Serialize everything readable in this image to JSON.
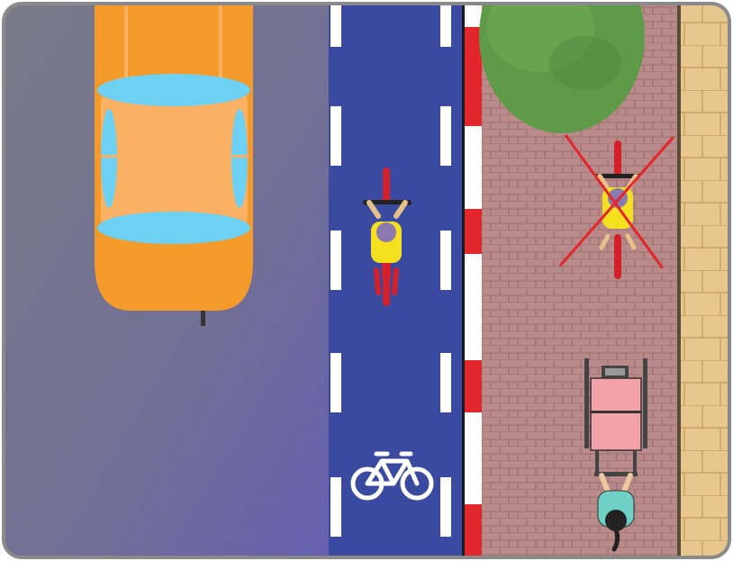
{
  "scene": {
    "description_items": [
      "road",
      "car",
      "bike-lane",
      "cyclist",
      "curb",
      "sidewalk",
      "tree",
      "prohibited-cyclist",
      "pedestrian-with-stroller",
      "wall"
    ],
    "colors": {
      "frame": "#8a8a8a",
      "road_top": "#77788a",
      "road_bottom": "#6c6aa8",
      "bike_lane": "#3a4aa0",
      "lane_marking": "#ffffff",
      "curb_red": "#e3262b",
      "curb_white": "#ffffff",
      "sidewalk": "#b98a8a",
      "sidewalk_lines": "#8d5f5f",
      "tree": "#5f9a48",
      "wall": "#e8c78f",
      "wall_lines": "#c9a46a",
      "car_body": "#f39a2b",
      "car_roof": "#fbb163",
      "car_glass": "#6ed0f2",
      "prohibition_cross": "#e3262b",
      "cyclist_shirt": "#f5e020",
      "bike_frame": "#d4202a",
      "stroller": "#f4a2aa",
      "pedestrian_shirt": "#6fd0c6"
    },
    "icons": [
      "car-icon",
      "cyclist-icon",
      "bicycle-symbol-icon",
      "tree-icon",
      "no-cycling-icon",
      "stroller-icon"
    ]
  }
}
